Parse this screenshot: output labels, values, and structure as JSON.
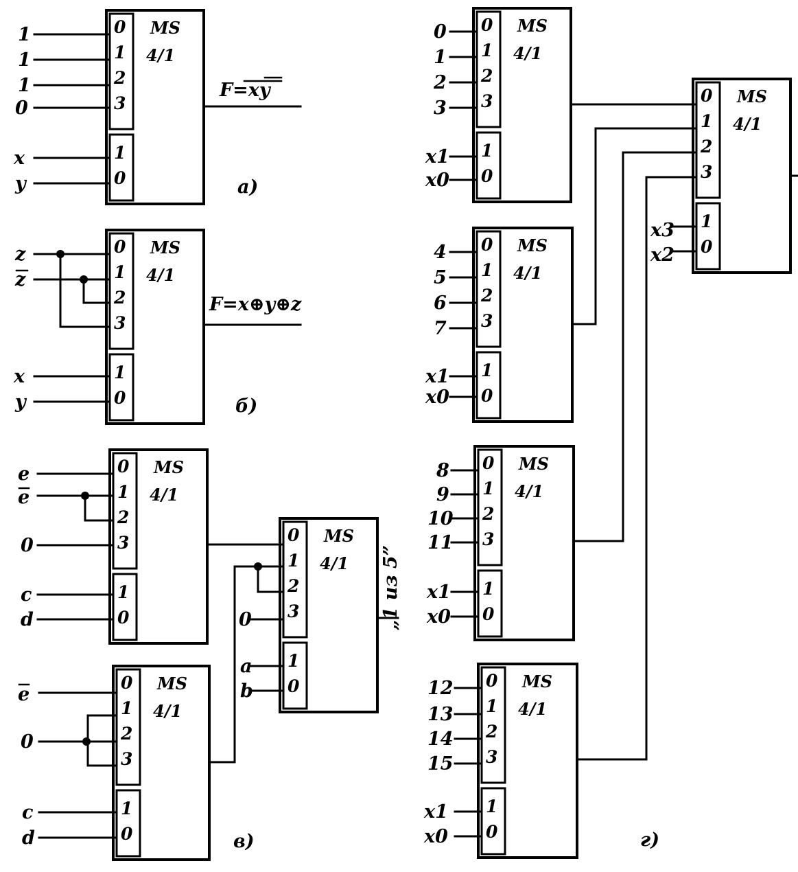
{
  "block_label": {
    "line1": "MS",
    "line2": "4/1"
  },
  "panels": {
    "a": {
      "caption": "а)",
      "inputs": [
        "1",
        "1",
        "1",
        "0"
      ],
      "selects": [
        "x",
        "y"
      ],
      "output": "F=xy"
    },
    "b": {
      "caption": "б)",
      "inputs": [
        "z",
        "z"
      ],
      "selects": [
        "x",
        "y"
      ],
      "output": "F=x⊕y⊕z"
    },
    "v": {
      "caption": "в)",
      "top_inputs": [
        "e",
        "e",
        "0"
      ],
      "top_selects": [
        "c",
        "d"
      ],
      "bottom_inputs": [
        "e",
        "0"
      ],
      "bottom_selects": [
        "c",
        "d"
      ],
      "final_inputs": [
        "0"
      ],
      "final_selects": [
        "a",
        "b"
      ],
      "output": "„1 из 5”"
    },
    "g": {
      "caption": "г)",
      "mux0_inputs": [
        "0",
        "1",
        "2",
        "3"
      ],
      "mux1_inputs": [
        "4",
        "5",
        "6",
        "7"
      ],
      "mux2_inputs": [
        "8",
        "9",
        "10",
        "11"
      ],
      "mux3_inputs": [
        "12",
        "13",
        "14",
        "15"
      ],
      "lower_selects": [
        "x1",
        "x0"
      ],
      "final_selects": [
        "x3",
        "x2"
      ]
    }
  }
}
